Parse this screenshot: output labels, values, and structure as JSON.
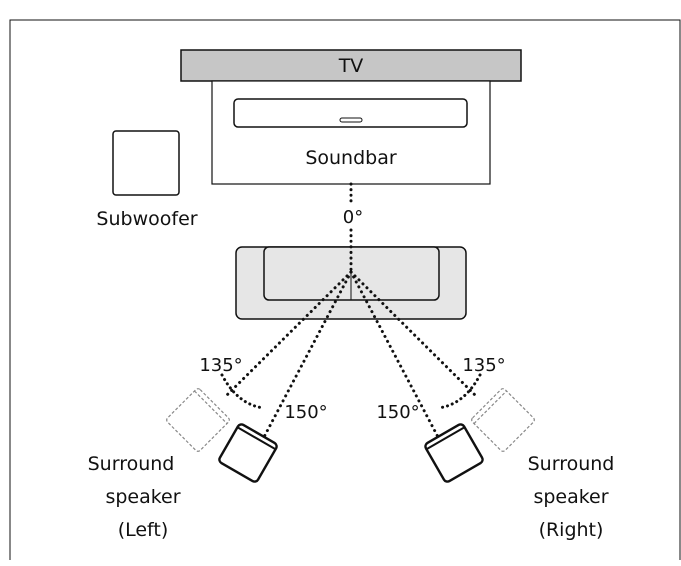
{
  "diagram": {
    "tv_label": "TV",
    "soundbar_label": "Soundbar",
    "subwoofer_label": "Subwoofer",
    "center_angle": "0°",
    "left_wide_angle": "135°",
    "left_narrow_angle": "150°",
    "right_narrow_angle": "150°",
    "right_wide_angle": "135°",
    "left_speaker": {
      "line1": "Surround",
      "line2": "speaker",
      "line3": "(Left)"
    },
    "right_speaker": {
      "line1": "Surround",
      "line2": "speaker",
      "line3": "(Right)"
    }
  },
  "colors": {
    "tv_bar": "#c6c6c6",
    "listener_seat": "#e6e6e6",
    "line": "#111111",
    "alt_speaker": "#888888"
  }
}
